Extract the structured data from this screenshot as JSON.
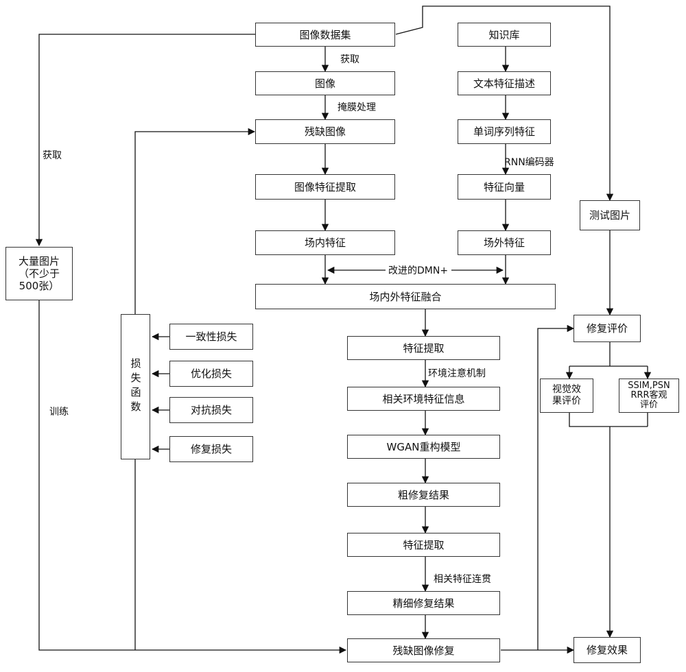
{
  "nodes": {
    "image_dataset": "图像数据集",
    "knowledge_base": "知识库",
    "image": "图像",
    "text_feature_desc": "文本特征描述",
    "damaged_image": "残缺图像",
    "word_seq_feature": "单词序列特征",
    "image_feature_extract": "图像特征提取",
    "feature_vector": "特征向量",
    "in_field_feature": "场内特征",
    "out_field_feature": "场外特征",
    "fusion": "场内外特征融合",
    "feature_extract_1": "特征提取",
    "related_env_info": "相关环境特征信息",
    "wgan": "WGAN重构模型",
    "coarse_result": "粗修复结果",
    "feature_extract_2": "特征提取",
    "fine_result": "精细修复结果",
    "damaged_repair": "残缺图像修复",
    "many_images": "大量图片\n（不少于\n500张）",
    "loss_function": "损失函数",
    "consistency_loss": "一致性损失",
    "optimization_loss": "优化损失",
    "adversarial_loss": "对抗损失",
    "repair_loss": "修复损失",
    "test_image": "测试图片",
    "repair_eval": "修复评价",
    "visual_eval": "视觉效\n果评价",
    "objective_eval": "SSIM,PSN\nRRR客观\n评价",
    "repair_effect": "修复效果"
  },
  "labels": {
    "acquire": "获取",
    "mask": "掩膜处理",
    "rnn": "RNN编码器",
    "dmn": "改进的DMN+",
    "env_attention": "环境注意机制",
    "feature_coherence": "相关特征连贯",
    "acquire_left": "获取",
    "train": "训练"
  }
}
